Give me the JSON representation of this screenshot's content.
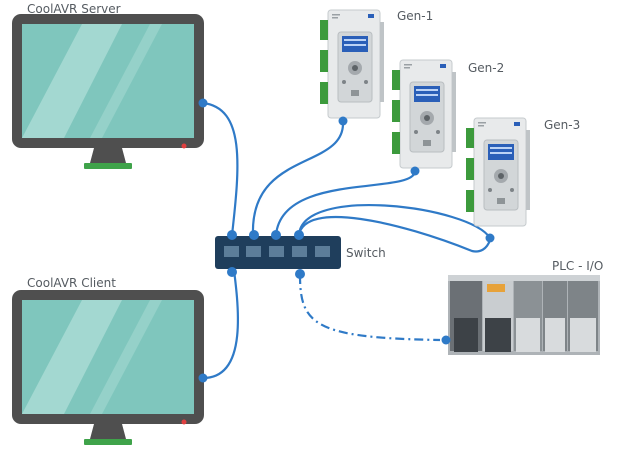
{
  "labels": {
    "server": "CoolAVR Server",
    "client": "CoolAVR Client",
    "gen1": "Gen-1",
    "gen2": "Gen-2",
    "gen3": "Gen-3",
    "switch": "Switch",
    "plc": "PLC - I/O"
  },
  "colors": {
    "cable": "#2f7ac7",
    "connector": "#2f7ac7",
    "monitor_frame": "#4f4f4f",
    "monitor_screen": "#7fc6bd",
    "monitor_base": "#3fa34a",
    "switch_body": "#1f3e5c",
    "switch_port": "#5c7d99",
    "generator_body": "#e8eaeb",
    "generator_terminal": "#3c9a3c",
    "generator_display": "#2a5fb8",
    "plc_body": "#aeb3b7"
  }
}
